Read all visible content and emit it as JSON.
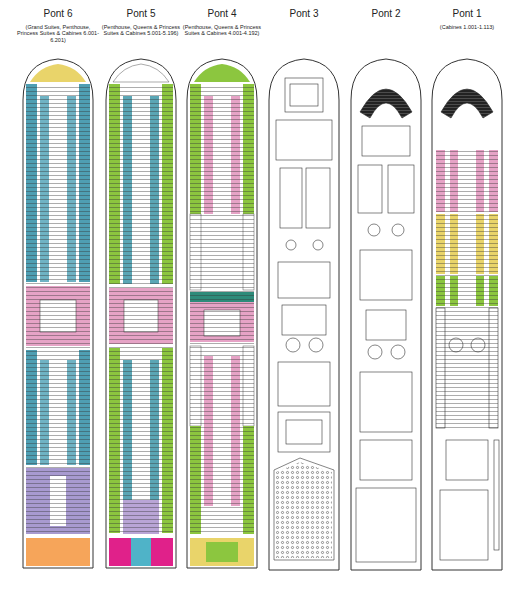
{
  "diagram": {
    "labels": [
      "Pont 6",
      "(Grand Suites, Penthouse, Princess Suites & Cabines 6.001-6.201)",
      "Pont 5",
      "(Penthouse, Queens & Princess Suites & Cabines 5.001-5.196)",
      "Pont 4",
      "(Penthouse, Queens & Princess Suites & Cabines 4.001-4.192)",
      "Pont 3",
      "Pont 2",
      "Pont 1",
      "(Cabines 1.001-1.113)"
    ]
  }
}
